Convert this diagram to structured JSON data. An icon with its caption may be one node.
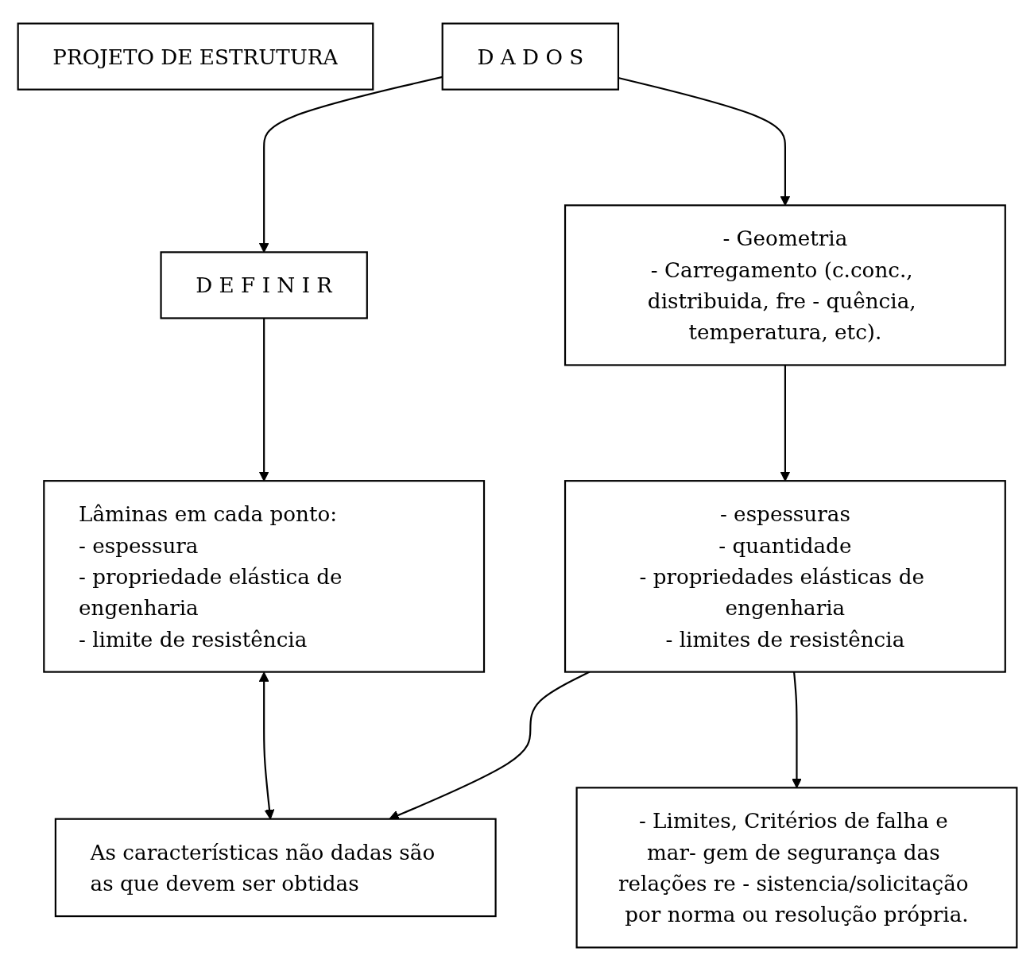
{
  "diagram": {
    "nodes": [
      {
        "text": [
          "PROJETO DE ESTRUTURA"
        ]
      },
      {
        "text": [
          "D A D O S"
        ]
      },
      {
        "text": [
          "D E F I N I R"
        ]
      },
      {
        "text": [
          "- Geometria",
          "- Carregamento (c.conc., distribuida, fre - quência, temperatura, etc)."
        ]
      },
      {
        "text": [
          "Lâminas em cada ponto:",
          "- espessura",
          "- propriedade elástica de engenharia",
          "- limite de resistência"
        ]
      },
      {
        "text": [
          "- espessuras",
          "- quantidade",
          "- propriedades elásticas de engenharia",
          "- limites de resistência"
        ]
      },
      {
        "text": [
          "As características não dadas são as que devem ser obtidas"
        ]
      },
      {
        "text": [
          "- Limites, Critérios de falha e mar- gem de segurança das relações re - sistencia/solicitação por norma ou resolução própria."
        ]
      }
    ],
    "edges": [
      {
        "from": 1,
        "to": 2,
        "arrow": "to"
      },
      {
        "from": 1,
        "to": 3,
        "arrow": "to"
      },
      {
        "from": 2,
        "to": 4,
        "arrow": "to"
      },
      {
        "from": 3,
        "to": 5,
        "arrow": "to"
      },
      {
        "from": 5,
        "to": 6,
        "arrow": "to"
      },
      {
        "from": 4,
        "to": 6,
        "arrow": "both"
      },
      {
        "from": 5,
        "to": 7,
        "arrow": "to"
      }
    ]
  }
}
